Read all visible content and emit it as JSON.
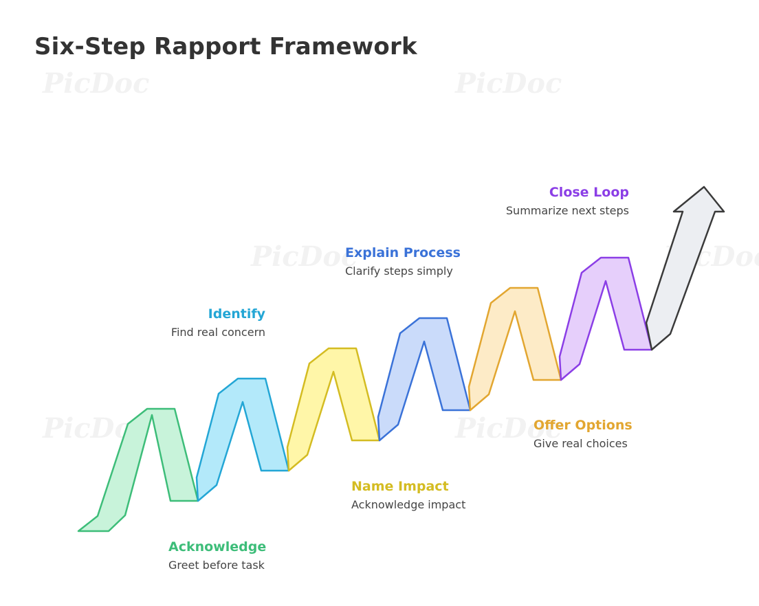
{
  "title": "Six-Step Rapport Framework",
  "watermark": "PicDoc",
  "steps": [
    {
      "title": "Acknowledge",
      "desc": "Greet before task",
      "stroke": "#3dbd79",
      "fill": "#c8f3da"
    },
    {
      "title": "Identify",
      "desc": "Find real concern",
      "stroke": "#23a6d5",
      "fill": "#b3e9fa"
    },
    {
      "title": "Name Impact",
      "desc": "Acknowledge impact",
      "stroke": "#d4bc22",
      "fill": "#fff6a8"
    },
    {
      "title": "Explain Process",
      "desc": "Clarify steps simply",
      "stroke": "#3a72d8",
      "fill": "#cadbfa"
    },
    {
      "title": "Offer Options",
      "desc": "Give real choices",
      "stroke": "#e2a630",
      "fill": "#fdebc7"
    },
    {
      "title": "Close Loop",
      "desc": "Summarize next steps",
      "stroke": "#8b3ee6",
      "fill": "#e6cffb"
    }
  ],
  "arrow": {
    "stroke": "#3a3a3a",
    "fill": "#eceef2"
  }
}
